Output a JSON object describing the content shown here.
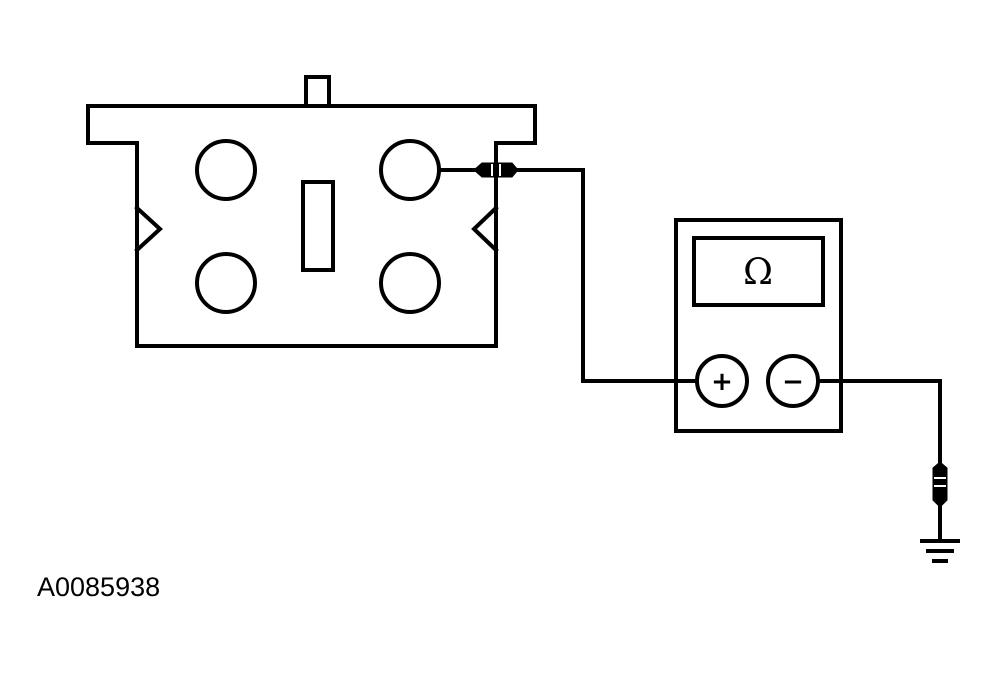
{
  "figure_id": "A0085938",
  "meter": {
    "display_symbol": "Ω",
    "positive_terminal": "+",
    "negative_terminal": "−"
  },
  "icons": {
    "component": "connector-body",
    "probe": "test-probe-icon",
    "ground": "ground-symbol-icon"
  },
  "colors": {
    "ink": "#000000",
    "background": "#ffffff"
  }
}
